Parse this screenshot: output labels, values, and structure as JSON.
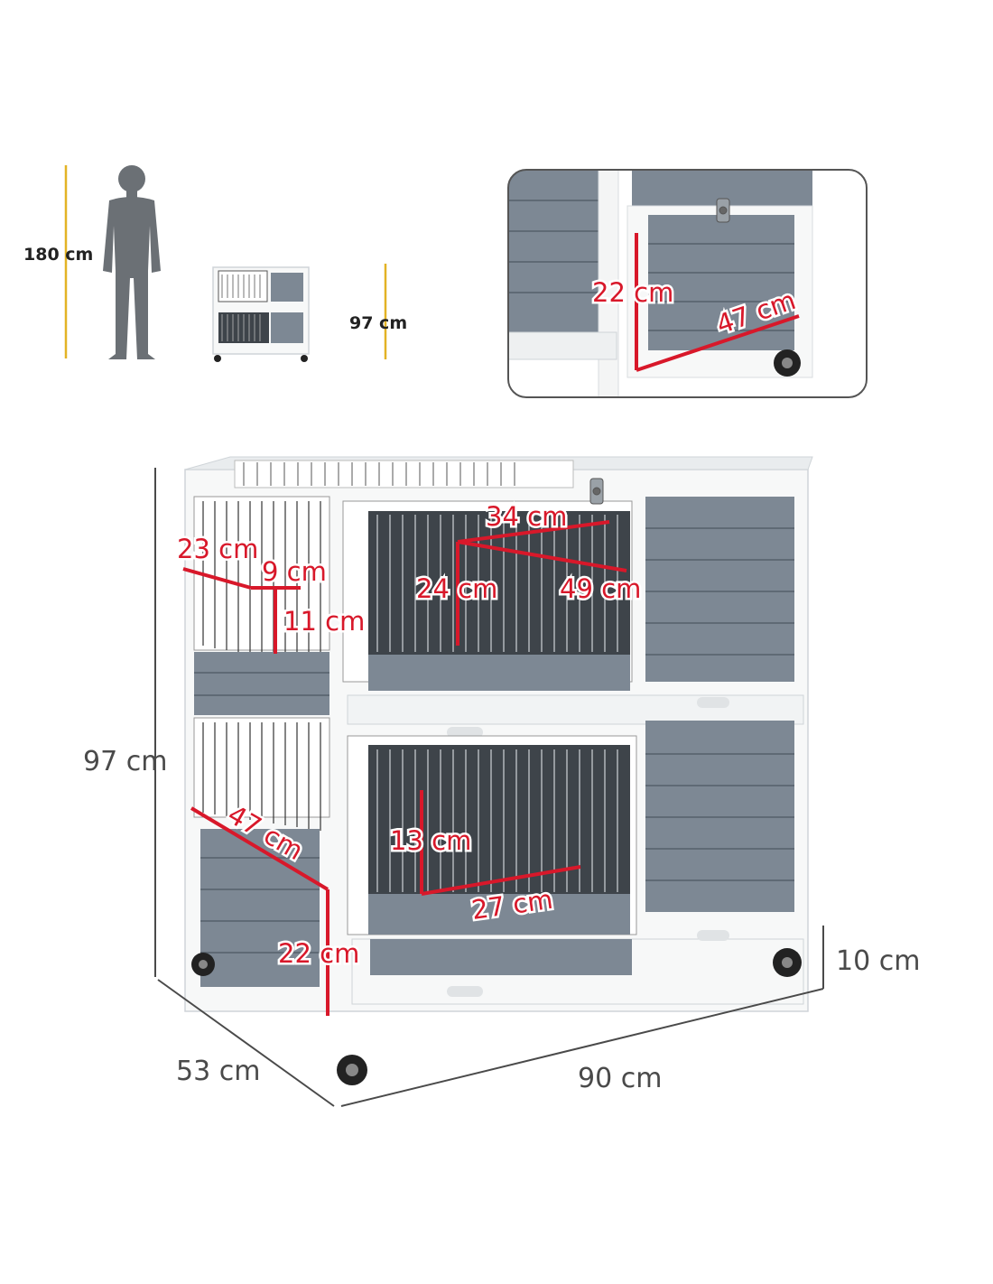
{
  "colors": {
    "accent_red": "#d8182a",
    "scale_yellow": "#e3b325",
    "panel_grey": "#7d8894",
    "frame_white": "#f7f8f8",
    "dimension_line": "#4a4a4a",
    "silhouette": "#6b7075"
  },
  "scale_comparison": {
    "person_height_label": "180 cm",
    "product_height_label": "97 cm"
  },
  "inset_detail": {
    "door_height_label": "22 cm",
    "door_width_label": "47 cm"
  },
  "overall_dimensions": {
    "height_label": "97 cm",
    "depth_label": "53 cm",
    "width_label": "90 cm",
    "leg_height_label": "10 cm"
  },
  "interior_dimensions": {
    "top_opening_width": "34 cm",
    "top_door_height": "24 cm",
    "top_diagonal": "49 cm",
    "feeder_width": "23 cm",
    "feeder_depth": "9 cm",
    "feeder_height": "11 cm",
    "bottom_door_height": "13 cm",
    "bottom_door_width": "27 cm",
    "side_door_width": "47 cm",
    "side_door_height": "22 cm"
  },
  "icons": [
    "person-silhouette-icon",
    "caster-wheel-icon",
    "latch-icon"
  ]
}
